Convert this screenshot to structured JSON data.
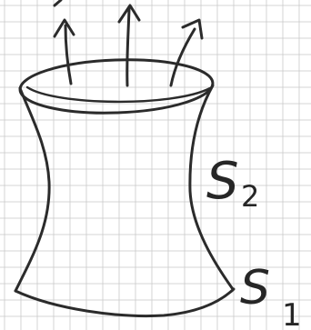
{
  "labels": {
    "upper_surface": {
      "letter": "S",
      "subscript": "2"
    },
    "lower_surface": {
      "letter": "S",
      "subscript": "1"
    }
  },
  "arrows": {
    "count": 3,
    "direction": "up"
  },
  "colors": {
    "ink": "#2b2b2b",
    "grid": "#c9c9c9",
    "paper": "#ffffff"
  }
}
